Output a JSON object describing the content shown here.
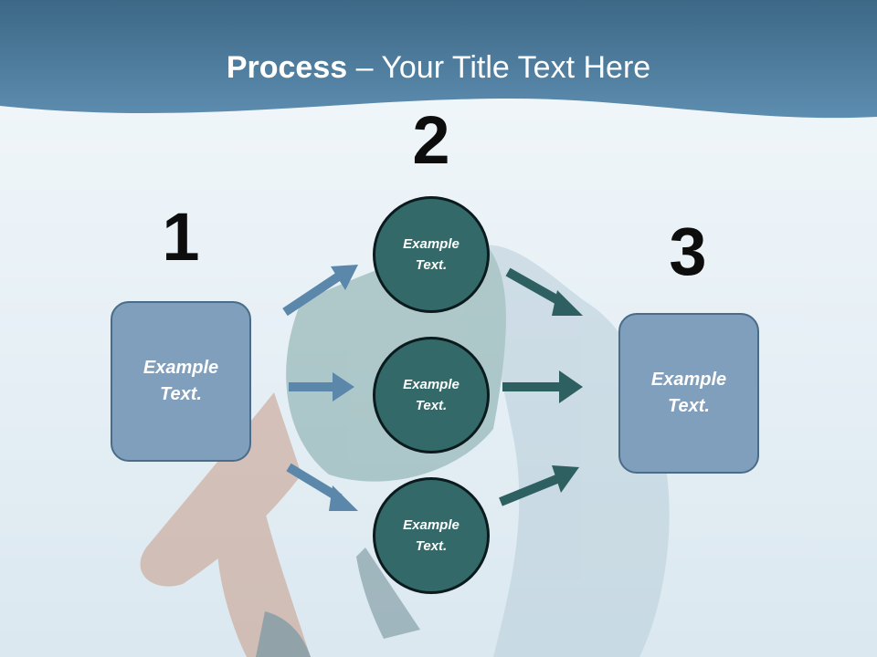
{
  "title": {
    "bold": "Process",
    "rest": " – Your Title Text Here"
  },
  "steps": {
    "one": "1",
    "two": "2",
    "three": "3"
  },
  "nodes": {
    "left_box": "Example\nText.",
    "circle_top": "Example\nText.",
    "circle_middle": "Example\nText.",
    "circle_bottom": "Example\nText.",
    "right_box": "Example\nText."
  },
  "colors": {
    "header_band": "#4f7d9c",
    "box_fill": "#7f9fbd",
    "circle_fill": "#336a69",
    "arrow_in": "#5b87aa",
    "arrow_out": "#2e6062"
  }
}
